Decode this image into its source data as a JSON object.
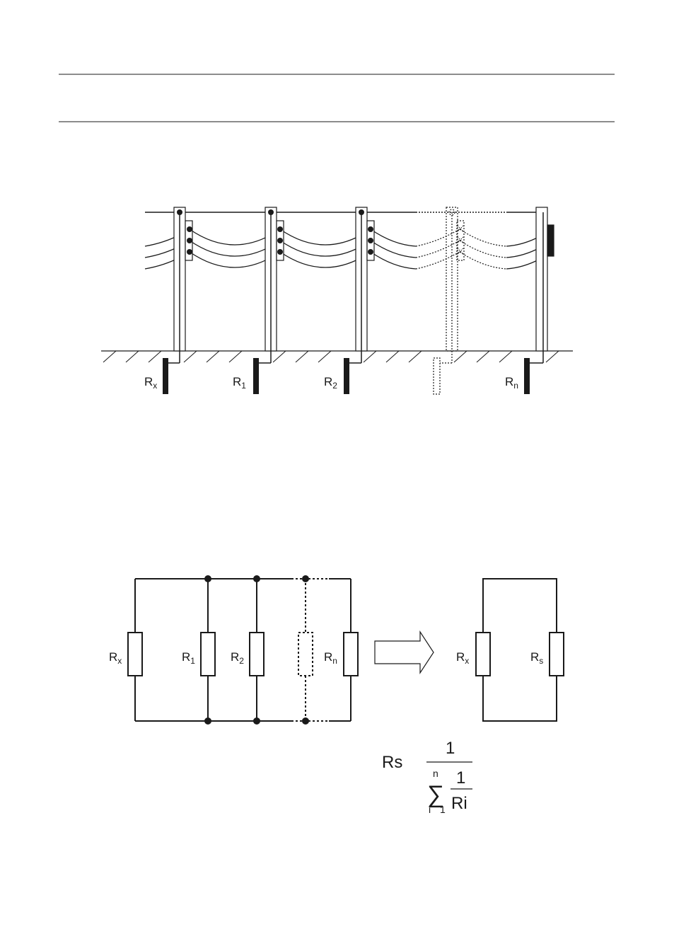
{
  "top_diagram": {
    "labels": {
      "rx": "R",
      "rx_sub": "x",
      "r1": "R",
      "r1_sub": "1",
      "r2": "R",
      "r2_sub": "2",
      "rn": "R",
      "rn_sub": "n"
    }
  },
  "circuit": {
    "labels": {
      "rx": "R",
      "rx_sub": "x",
      "r1": "R",
      "r1_sub": "1",
      "r2": "R",
      "r2_sub": "2",
      "rn": "R",
      "rn_sub": "n"
    }
  },
  "equivalent": {
    "labels": {
      "rx": "R",
      "rx_sub": "x",
      "rs": "R",
      "rs_sub": "s"
    }
  },
  "formula": {
    "lhs": "Rs",
    "numerator": "1",
    "sum_upper": "n",
    "sum_sign": "∑",
    "sum_lower_i": "i",
    "sum_lower_1": "1",
    "inner_numerator": "1",
    "inner_denominator": "Ri"
  },
  "colors": {
    "ink": "#1a1a1a"
  }
}
